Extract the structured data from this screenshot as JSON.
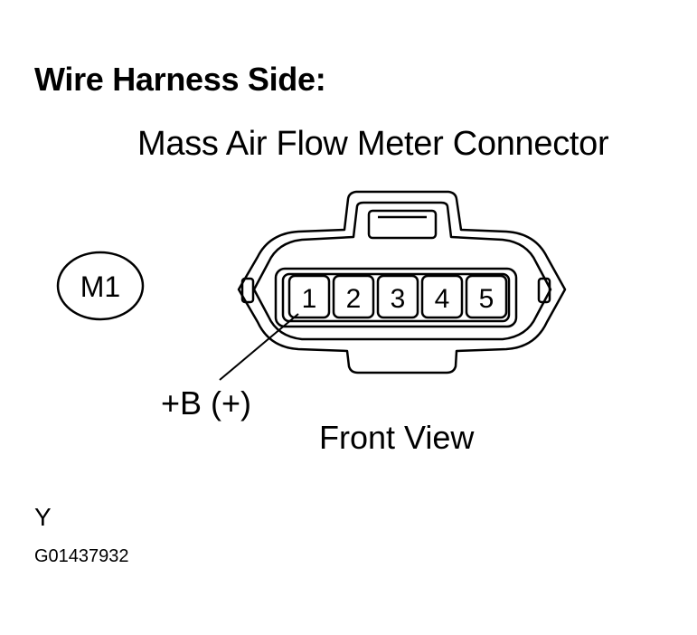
{
  "heading": "Wire Harness Side:",
  "connector_name": "Mass Air Flow Meter Connector",
  "connector_code": "M1",
  "pins": [
    "1",
    "2",
    "3",
    "4",
    "5"
  ],
  "pin_callout": "+B (+)",
  "view_label": "Front View",
  "code_letter": "Y",
  "figure_id": "G01437932"
}
